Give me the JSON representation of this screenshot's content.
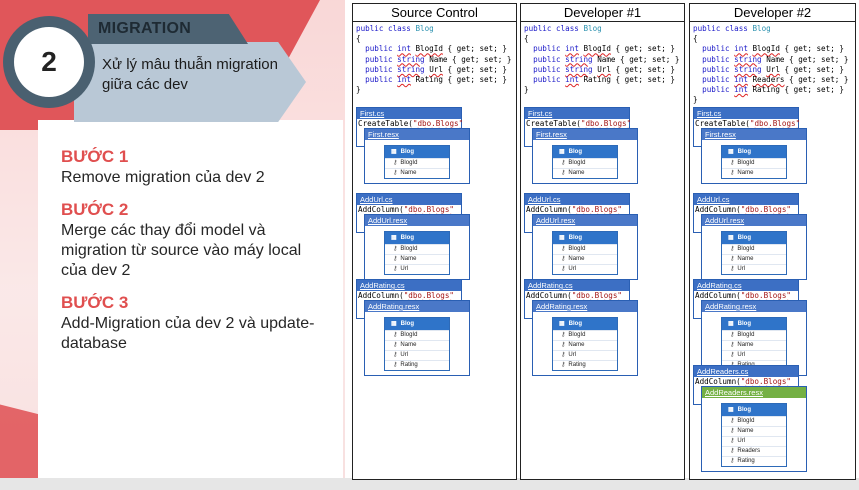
{
  "header": {
    "number": "2",
    "label": "MIGRATION",
    "subtitle": "Xử lý mâu thuẫn migration giữa các dev"
  },
  "steps": [
    {
      "title": "BƯỚC 1",
      "text": "Remove migration của dev 2"
    },
    {
      "title": "BƯỚC 2",
      "text": "Merge các thay đổi model và migration từ source vào máy local của dev 2"
    },
    {
      "title": "BƯỚC 3",
      "text": "Add-Migration của dev 2 và update-database"
    }
  ],
  "columns": [
    {
      "title": "Source Control",
      "props": [
        "BlogId",
        "Name",
        "Url",
        "Rating"
      ],
      "migrations": [
        {
          "cs": "First.cs",
          "code": "CreateTable(\"dbo.Blogs\"",
          "resx": "First.resx",
          "entity": "Blog",
          "fields": [
            "BlogId",
            "Name"
          ]
        },
        {
          "cs": "AddUrl.cs",
          "code": "AddColumn(\"dbo.Blogs\"",
          "resx": "AddUrl.resx",
          "entity": "Blog",
          "fields": [
            "BlogId",
            "Name",
            "Url"
          ]
        },
        {
          "cs": "AddRating.cs",
          "code": "AddColumn(\"dbo.Blogs\"",
          "resx": "AddRating.resx",
          "entity": "Blog",
          "fields": [
            "BlogId",
            "Name",
            "Url",
            "Rating"
          ]
        }
      ]
    },
    {
      "title": "Developer #1",
      "props": [
        "BlogId",
        "Name",
        "Url",
        "Rating"
      ],
      "migrations": [
        {
          "cs": "First.cs",
          "code": "CreateTable(\"dbo.Blogs\"",
          "resx": "First.resx",
          "entity": "Blog",
          "fields": [
            "BlogId",
            "Name"
          ]
        },
        {
          "cs": "AddUrl.cs",
          "code": "AddColumn(\"dbo.Blogs\"",
          "resx": "AddUrl.resx",
          "entity": "Blog",
          "fields": [
            "BlogId",
            "Name",
            "Url"
          ]
        },
        {
          "cs": "AddRating.cs",
          "code": "AddColumn(\"dbo.Blogs\"",
          "resx": "AddRating.resx",
          "entity": "Blog",
          "fields": [
            "BlogId",
            "Name",
            "Url",
            "Rating"
          ]
        }
      ]
    },
    {
      "title": "Developer #2",
      "props": [
        "BlogId",
        "Name",
        "Url",
        "Readers",
        "Rating"
      ],
      "migrations": [
        {
          "cs": "First.cs",
          "code": "CreateTable(\"dbo.Blogs\"",
          "resx": "First.resx",
          "entity": "Blog",
          "fields": [
            "BlogId",
            "Name"
          ]
        },
        {
          "cs": "AddUrl.cs",
          "code": "AddColumn(\"dbo.Blogs\"",
          "resx": "AddUrl.resx",
          "entity": "Blog",
          "fields": [
            "BlogId",
            "Name",
            "Url"
          ]
        },
        {
          "cs": "AddRating.cs",
          "code": "AddColumn(\"dbo.Blogs\"",
          "resx": "AddRating.resx",
          "entity": "Blog",
          "fields": [
            "BlogId",
            "Name",
            "Url",
            "Rating"
          ]
        },
        {
          "cs": "AddReaders.cs",
          "code": "AddColumn(\"dbo.Blogs\"",
          "resx": "AddReaders.resx",
          "resx_highlight": true,
          "entity": "Blog",
          "fields": [
            "BlogId",
            "Name",
            "Url",
            "Readers",
            "Rating"
          ]
        }
      ]
    }
  ],
  "code_tokens": {
    "class_line": [
      "public",
      "class",
      "Blog"
    ],
    "open": "{",
    "close": "}",
    "modifier": "public",
    "accessor": "{ get; set; }",
    "types": {
      "BlogId": "int",
      "Name": "string",
      "Url": "string",
      "Readers": "int",
      "Rating": "int"
    }
  },
  "colors": {
    "accent_red": "#e04f4f",
    "banner_dark": "#4d6373",
    "banner_light": "#b9c8d6",
    "file_tab": "#3c6fc4",
    "highlight_tab": "#74b044"
  }
}
